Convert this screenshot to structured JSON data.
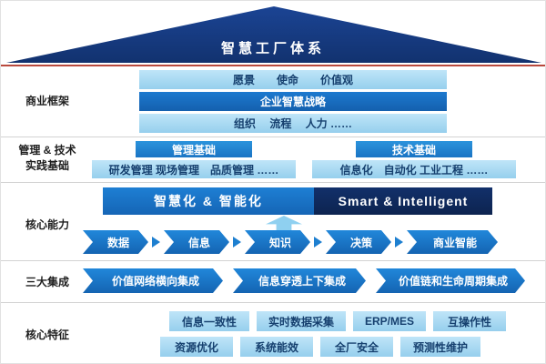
{
  "roof": {
    "title": "智慧工厂体系"
  },
  "colors": {
    "roof_navy": "#12326f",
    "light_blue": "#a6d8f2",
    "medium_blue": "#1d7fd0",
    "dark_blue": "#0d2450",
    "divider_red": "#b94a3e"
  },
  "sections": {
    "business": {
      "label": "商业框架",
      "rows": [
        "愿景　　使命　　价值观",
        "企业智慧战略",
        "组织　 流程　 人力 ……"
      ]
    },
    "foundation": {
      "label": "管理 & 技术\n实践基础",
      "management": {
        "header": "管理基础",
        "items": "研发管理 现场管理　品质管理 ……"
      },
      "technology": {
        "header": "技术基础",
        "items": "信息化　自动化 工业工程 ……"
      }
    },
    "capability": {
      "label": "核心能力",
      "banner_cn": "智慧化 & 智能化",
      "banner_en": "Smart & Intelligent",
      "flow": [
        "数据",
        "信息",
        "知识",
        "决策",
        "商业智能"
      ]
    },
    "integration": {
      "label": "三大集成",
      "items": [
        "价值网络横向集成",
        "信息穿透上下集成",
        "价值链和生命周期集成"
      ]
    },
    "features": {
      "label": "核心特征",
      "row1": [
        "信息一致性",
        "实时数据采集",
        "ERP/MES",
        "互操作性"
      ],
      "row2": [
        "资源优化",
        "系统能效",
        "全厂安全",
        "预测性维护"
      ]
    }
  }
}
